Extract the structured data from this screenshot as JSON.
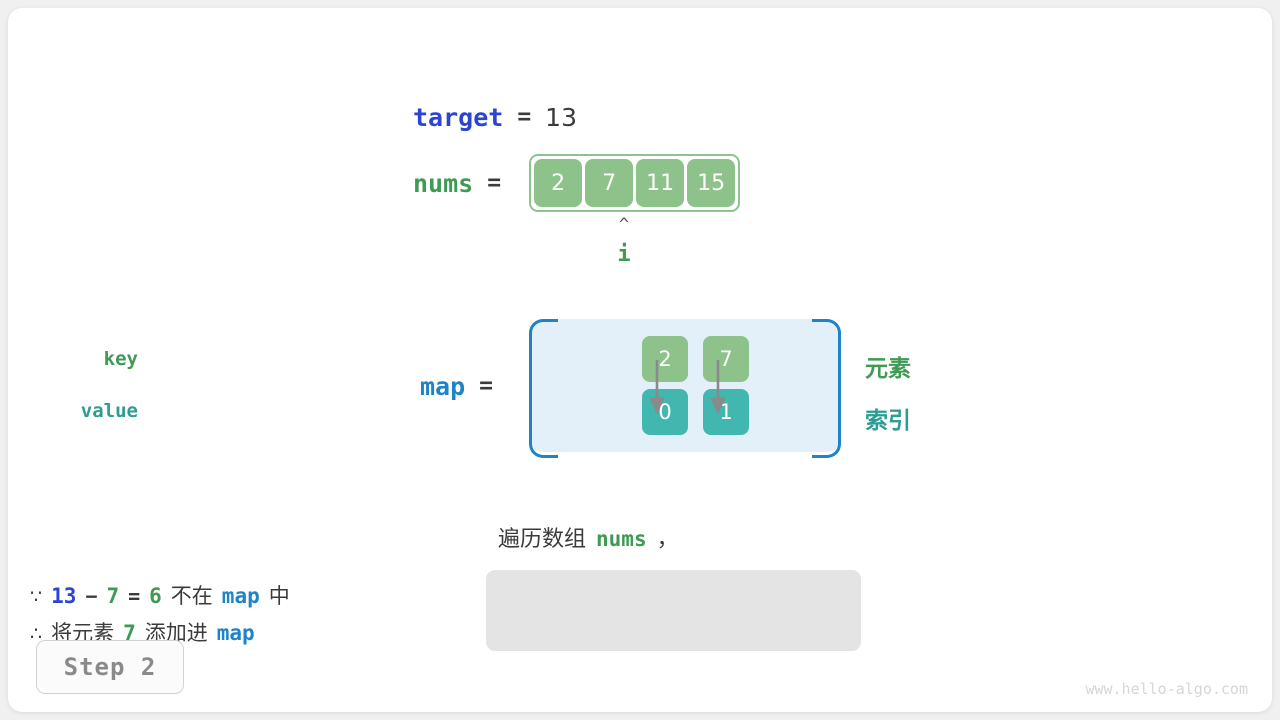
{
  "target": {
    "name": "target",
    "equals": "=",
    "value": "13"
  },
  "nums": {
    "name": "nums",
    "equals": "=",
    "cells": [
      "2",
      "7",
      "11",
      "15"
    ],
    "pointer": {
      "caret": "^",
      "label": "i",
      "index": 1
    }
  },
  "map": {
    "name": "map",
    "equals": "=",
    "row_labels": {
      "key": "key",
      "value": "value"
    },
    "entries": [
      {
        "key": "2",
        "value": "0"
      },
      {
        "key": "7",
        "value": "1"
      }
    ],
    "side_labels": {
      "element": "元素",
      "index": "索引"
    }
  },
  "caption": {
    "text": "遍历数组",
    "code": "nums",
    "comma": "，"
  },
  "note": {
    "line1": {
      "symbol": "∵",
      "a": "13",
      "minus": "−",
      "b": "7",
      "eq": "=",
      "c": "6",
      "text1": "不在",
      "map": "map",
      "text2": "中"
    },
    "line2": {
      "symbol": "∴",
      "text1": "将元素",
      "num": "7",
      "text2": "添加进",
      "map": "map"
    }
  },
  "step_badge": "Step 2",
  "watermark": "www.hello-algo.com",
  "colors": {
    "target_blue": "#2b45d0",
    "map_blue": "#1f83c8",
    "green": "#3f9a54",
    "cell_green": "#8dc28b",
    "teal": "#42b7b0",
    "teal_text": "#2f9c94",
    "note_bg": "#e4e4e4",
    "map_bg": "#e3f0fa",
    "arrow_gray": "#8a8a8a"
  }
}
